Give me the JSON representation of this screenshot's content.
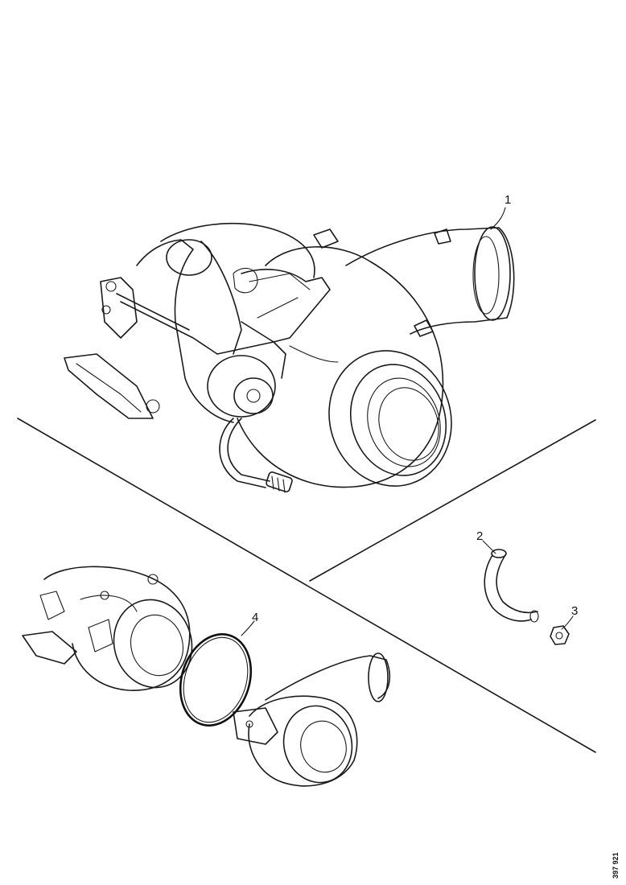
{
  "callouts": [
    {
      "id": "1",
      "text": "1"
    },
    {
      "id": "2",
      "text": "2"
    },
    {
      "id": "3",
      "text": "3"
    },
    {
      "id": "4",
      "text": "4"
    }
  ],
  "drawing_reference": "397 921",
  "colors": {
    "line": "#1a1a1a",
    "background": "#ffffff"
  }
}
